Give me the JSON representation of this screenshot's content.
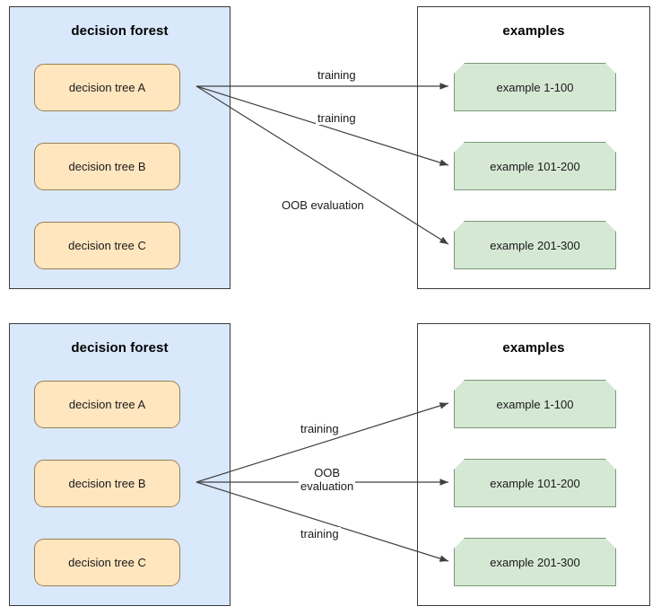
{
  "diagrams": [
    {
      "id": "top",
      "forest": {
        "title": "decision forest",
        "trees": [
          {
            "label": "decision tree A"
          },
          {
            "label": "decision tree B"
          },
          {
            "label": "decision tree C"
          }
        ]
      },
      "examples": {
        "title": "examples",
        "items": [
          {
            "label": "example 1-100"
          },
          {
            "label": "example 101-200"
          },
          {
            "label": "example 201-300"
          }
        ]
      },
      "edges": [
        {
          "label": "training",
          "from": "decision tree A",
          "to": "example 1-100"
        },
        {
          "label": "training",
          "from": "decision tree A",
          "to": "example 101-200"
        },
        {
          "label": "OOB evaluation",
          "from": "decision tree A",
          "to": "example 201-300"
        }
      ]
    },
    {
      "id": "bottom",
      "forest": {
        "title": "decision forest",
        "trees": [
          {
            "label": "decision tree A"
          },
          {
            "label": "decision tree B"
          },
          {
            "label": "decision tree C"
          }
        ]
      },
      "examples": {
        "title": "examples",
        "items": [
          {
            "label": "example 1-100"
          },
          {
            "label": "example 101-200"
          },
          {
            "label": "example 201-300"
          }
        ]
      },
      "edges": [
        {
          "label": "training",
          "from": "decision tree B",
          "to": "example 1-100"
        },
        {
          "label_line1": "OOB",
          "label_line2": "evaluation",
          "from": "decision tree B",
          "to": "example 101-200"
        },
        {
          "label": "training",
          "from": "decision tree B",
          "to": "example 201-300"
        }
      ]
    }
  ],
  "colors": {
    "forest_fill": "#dae8fc",
    "forest_stroke": "#3a3a3a",
    "tree_fill": "#ffe6bf",
    "tree_stroke": "#9a8150",
    "example_fill": "#d5e8d4",
    "example_stroke": "#7a9a78",
    "arrow_stroke": "#404040",
    "text": "#1a1a1a"
  }
}
